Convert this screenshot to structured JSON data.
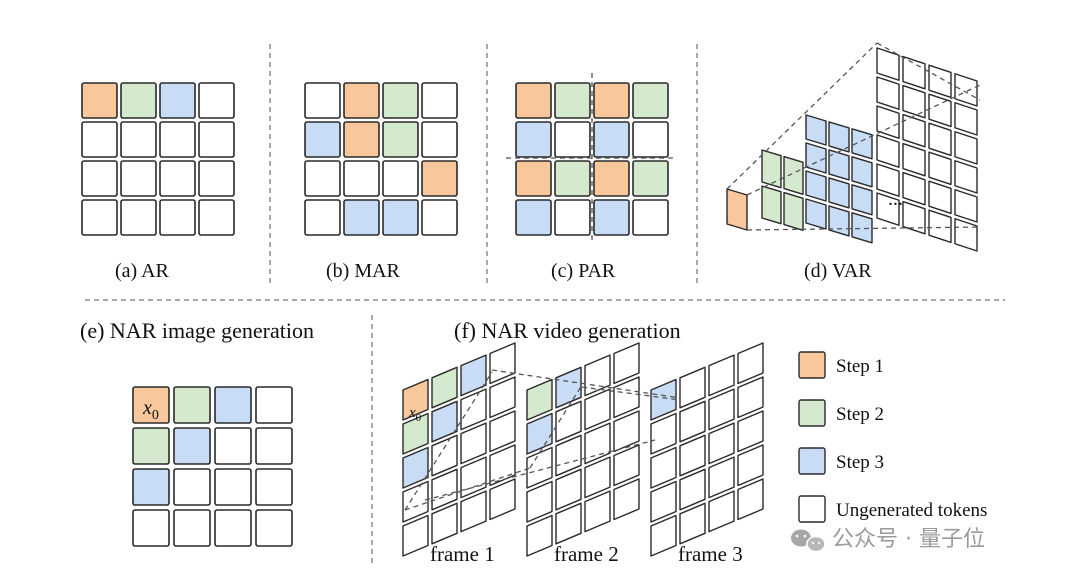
{
  "colors": {
    "step1": "#f8c79c",
    "step2": "#d4e9cd",
    "step3": "#c8dcf5",
    "ungenerated": "#ffffff",
    "step1_border": "#e39b5e",
    "step2_border": "#8fbf83",
    "step3_border": "#8fb3df",
    "tile_border": "#2a2a2a",
    "dashed": "#555555"
  },
  "panels": {
    "a": {
      "caption": "(a) AR",
      "grid": [
        [
          1,
          2,
          3,
          0
        ],
        [
          0,
          0,
          0,
          0
        ],
        [
          0,
          0,
          0,
          0
        ],
        [
          0,
          0,
          0,
          0
        ]
      ]
    },
    "b": {
      "caption": "(b) MAR",
      "grid": [
        [
          0,
          1,
          2,
          0
        ],
        [
          3,
          1,
          2,
          0
        ],
        [
          0,
          0,
          0,
          1
        ],
        [
          0,
          3,
          3,
          0
        ]
      ]
    },
    "c": {
      "caption": "(c) PAR",
      "grid": [
        [
          1,
          2,
          1,
          2
        ],
        [
          3,
          0,
          3,
          0
        ],
        [
          1,
          2,
          1,
          2
        ],
        [
          3,
          0,
          3,
          0
        ]
      ]
    },
    "d": {
      "caption": "(d) VAR",
      "ellipsis": "..."
    },
    "e": {
      "caption": "(e) NAR image generation",
      "token_label": "x",
      "token_sub": "0",
      "grid": [
        [
          1,
          2,
          3,
          0
        ],
        [
          2,
          3,
          0,
          0
        ],
        [
          3,
          0,
          0,
          0
        ],
        [
          0,
          0,
          0,
          0
        ]
      ]
    },
    "f": {
      "caption": "(f) NAR video generation",
      "token_label": "x",
      "token_sub": "0",
      "frames": [
        {
          "label": "frame 1",
          "grid": [
            [
              1,
              2,
              3,
              0
            ],
            [
              2,
              3,
              0,
              0
            ],
            [
              3,
              0,
              0,
              0
            ],
            [
              0,
              0,
              0,
              0
            ]
          ]
        },
        {
          "label": "frame 2",
          "grid": [
            [
              2,
              3,
              0,
              0
            ],
            [
              3,
              0,
              0,
              0
            ],
            [
              0,
              0,
              0,
              0
            ],
            [
              0,
              0,
              0,
              0
            ]
          ]
        },
        {
          "label": "frame 3",
          "grid": [
            [
              3,
              0,
              0,
              0
            ],
            [
              0,
              0,
              0,
              0
            ],
            [
              0,
              0,
              0,
              0
            ],
            [
              0,
              0,
              0,
              0
            ]
          ]
        }
      ]
    }
  },
  "legend": [
    {
      "step": 1,
      "label": "Step 1"
    },
    {
      "step": 2,
      "label": "Step 2"
    },
    {
      "step": 3,
      "label": "Step 3"
    },
    {
      "step": 0,
      "label": "Ungenerated tokens"
    }
  ],
  "watermark": "公众号 · 量子位",
  "watermark_icon": "wechat-icon"
}
